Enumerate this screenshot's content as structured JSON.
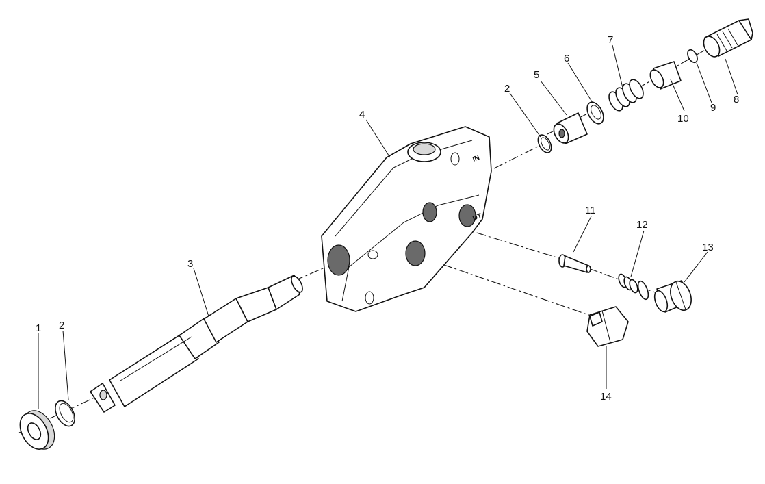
{
  "diagram": {
    "callouts": {
      "c1": "1",
      "c2a": "2",
      "c3": "3",
      "c4": "4",
      "c2b": "2",
      "c5": "5",
      "c6": "6",
      "c7": "7",
      "c10": "10",
      "c9": "9",
      "c8": "8",
      "c11": "11",
      "c12": "12",
      "c13": "13",
      "c14": "14"
    },
    "stamps": {
      "in": "IN",
      "out": "UT"
    }
  }
}
